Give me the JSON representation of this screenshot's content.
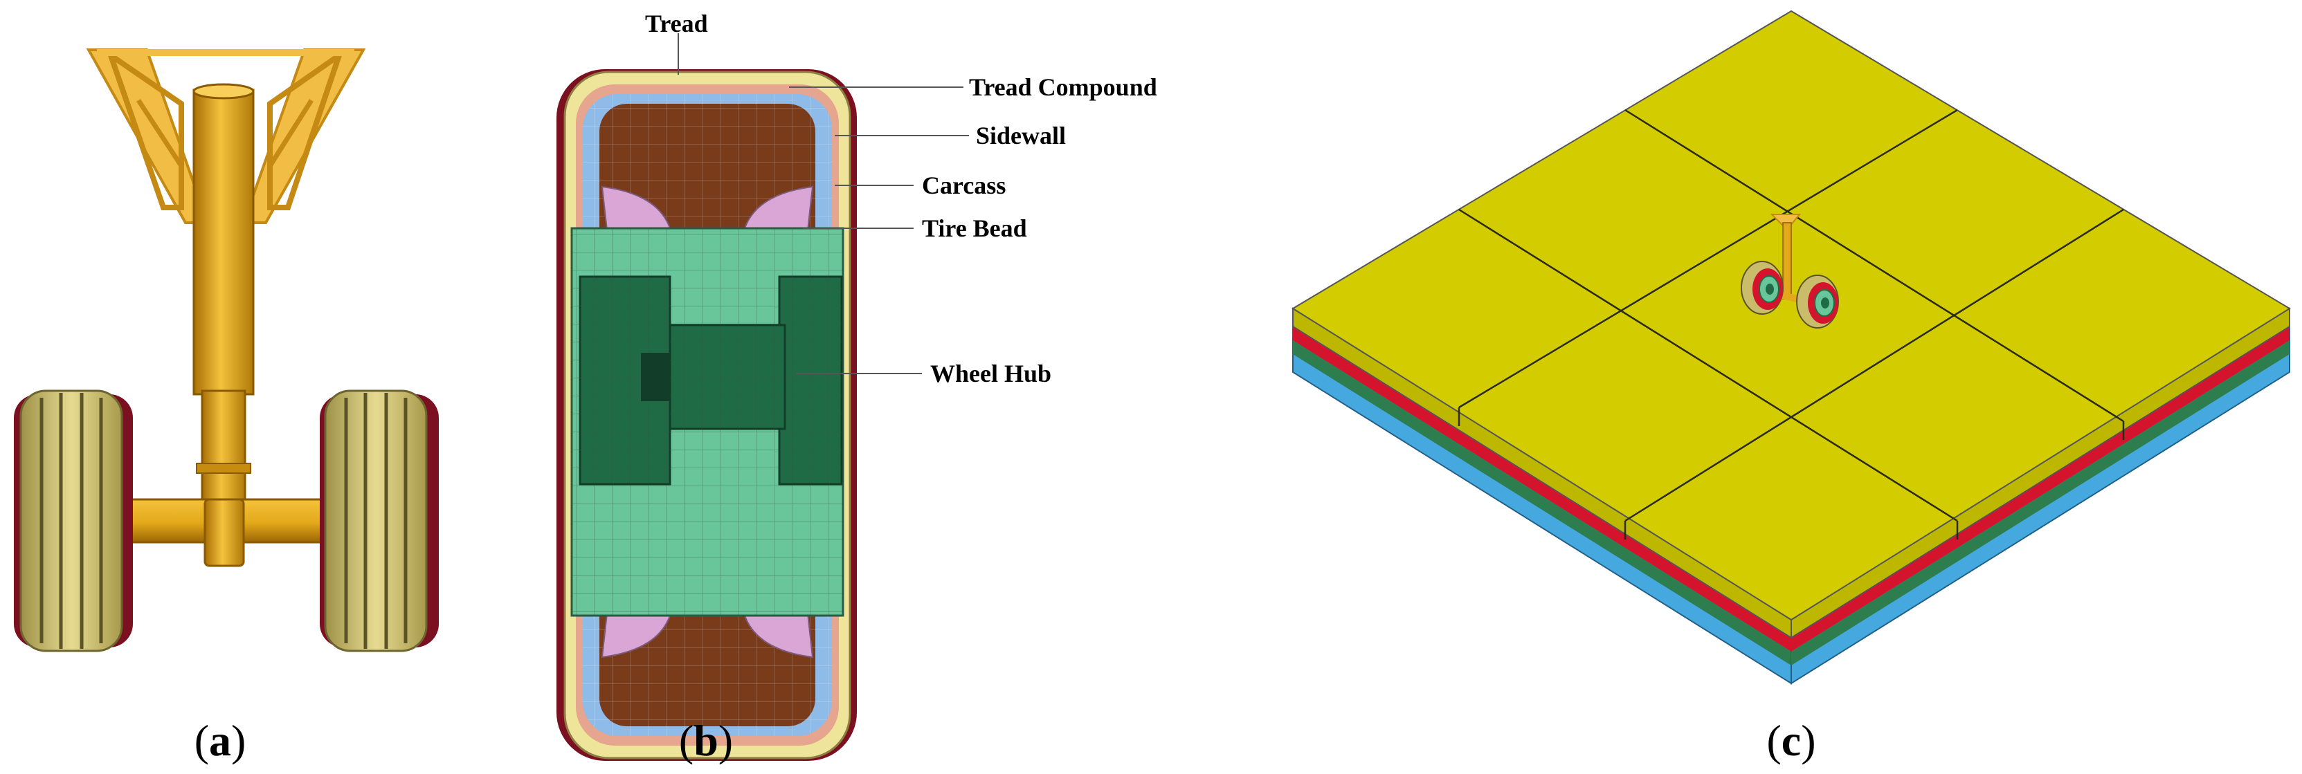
{
  "panels": [
    {
      "id": "a",
      "open": "(",
      "letter": "a",
      "close": ")"
    },
    {
      "id": "b",
      "open": "(",
      "letter": "b",
      "close": ")"
    },
    {
      "id": "c",
      "open": "(",
      "letter": "c",
      "close": ")"
    }
  ],
  "tire_labels": {
    "tread": "Tread",
    "tread_compound": "Tread Compound",
    "sidewall": "Sidewall",
    "carcass": "Carcass",
    "tire_bead": "Tire Bead",
    "wheel_hub": "Wheel Hub"
  },
  "colors": {
    "gear_gold": "#e3a91a",
    "tire_khaki": "#c9bd6c",
    "tire_dark_red": "#7a1020",
    "hub_green": "#69c59a",
    "hub_dark_green": "#1f6b45",
    "inner_brown": "#7a3b1a",
    "sidewall_blue": "#8fbbe8",
    "bead_pink": "#d9a6d6",
    "pavement_yellow": "#d2cc00",
    "layer_red": "#d4142c",
    "layer_green": "#2e7d4f",
    "layer_blue": "#45a9e0"
  }
}
